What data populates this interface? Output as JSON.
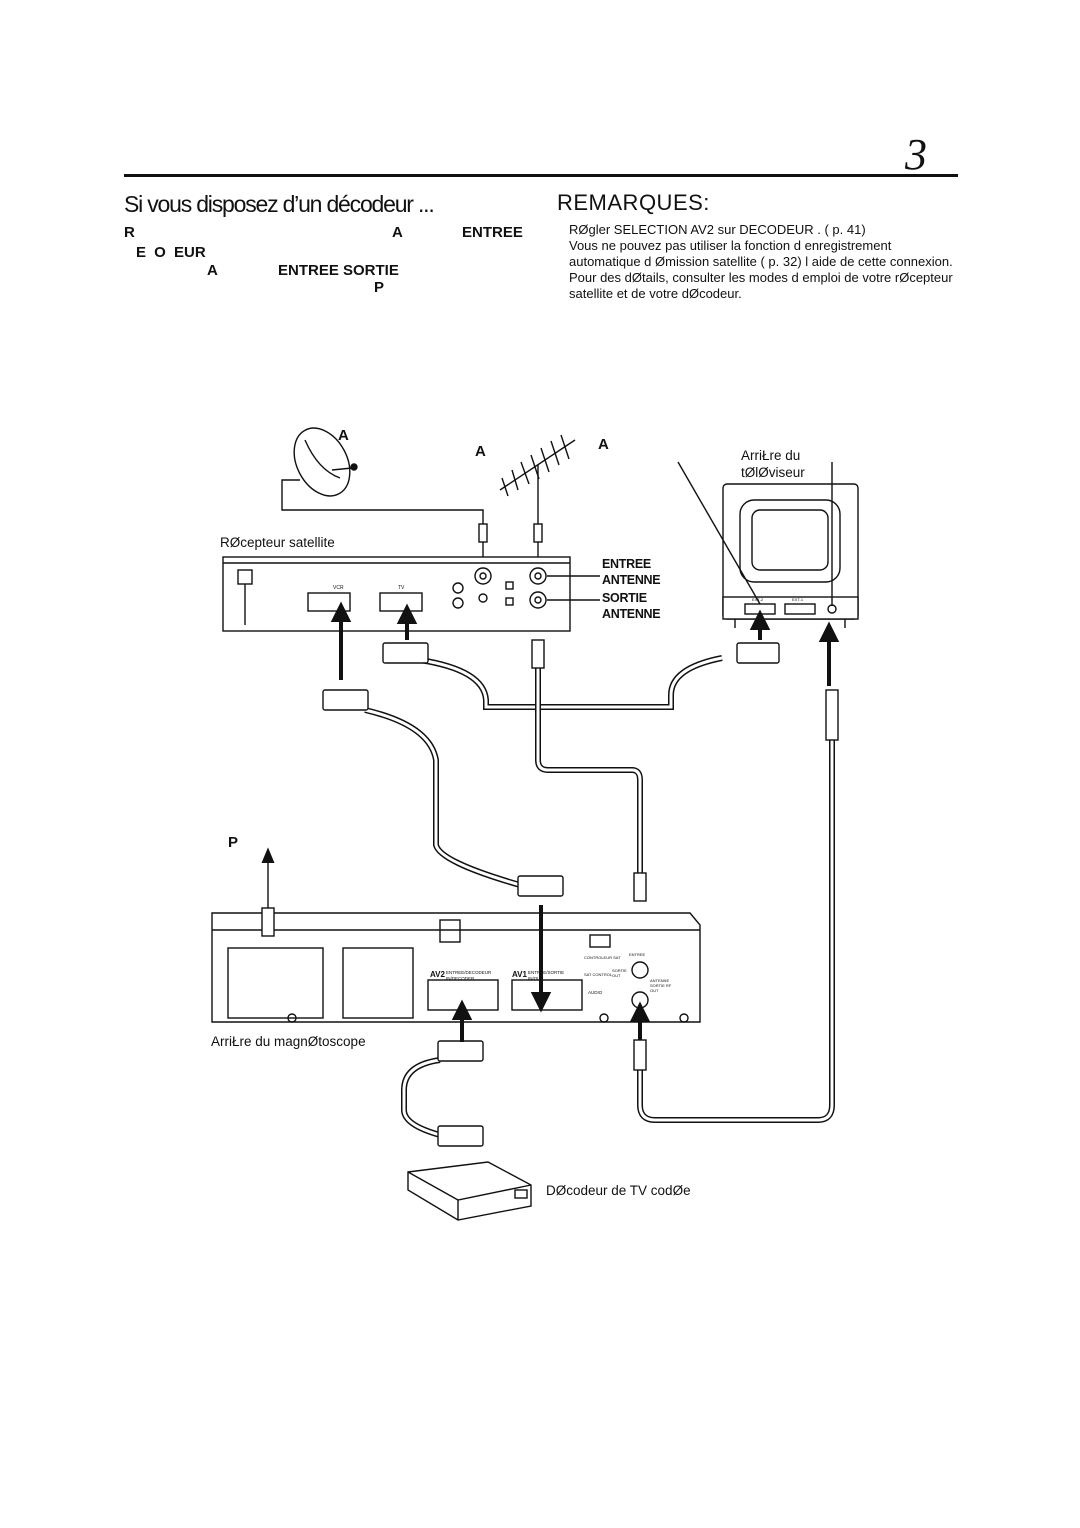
{
  "page": {
    "number": "3",
    "section_title": "Si vous disposez d’un décodeur ...",
    "instruction_fragments": {
      "r": "R",
      "a1": "A",
      "entree": "ENTREE",
      "decodeur_frag": "E O EUR",
      "a2": "A",
      "entree_sortie": "ENTREE SORTIE",
      "p": "P"
    }
  },
  "remarks": {
    "title": "REMARQUES:",
    "items": [
      "RØgler  SELECTION AV2  sur  DECODEUR . (  p. 41)",
      "Vous ne pouvez pas utiliser la fonction d enregistrement automatique d Ømission satellite (   p. 32)   l aide de cette connexion.",
      "Pour des dØtails, consulter les modes d emploi de votre rØcepteur satellite et de votre dØcodeur."
    ]
  },
  "diagram": {
    "marker_a1": "A",
    "marker_a2": "A",
    "marker_a3": "A",
    "marker_p": "P",
    "tv_back_label_1": "ArriŁre du",
    "tv_back_label_2": "tØlØviseur",
    "satellite_receiver_label": "RØcepteur satellite",
    "entree_label": "ENTREE",
    "antenne_label_1": "ANTENNE",
    "sortie_label": "SORTIE",
    "antenne_label_2": "ANTENNE",
    "vcr_back_label": "ArriŁre du magnØtoscope",
    "decoder_label": "DØcodeur de TV codØe",
    "receiver_port_vcr": "VCR",
    "receiver_port_tv": "TV",
    "tv_port_ext2": "EXT-2",
    "tv_port_ext1": "EXT-1",
    "vcr_av2": "AV2",
    "vcr_av2_text": "ENTREE/DECODEUR IN/DECODER",
    "vcr_av1": "AV1",
    "vcr_av1_text": "ENTREE/SORTIE IN/OUT",
    "vcr_ctrl": "CONTROLEUR SAT",
    "vcr_sat": "SAT CONTROL",
    "vcr_antenne": "ANTENNE SORTIE RF OUT",
    "vcr_entree": "ENTREE",
    "vcr_sortie": "SORTIE OUT",
    "vcr_audio": "AUDIO"
  }
}
